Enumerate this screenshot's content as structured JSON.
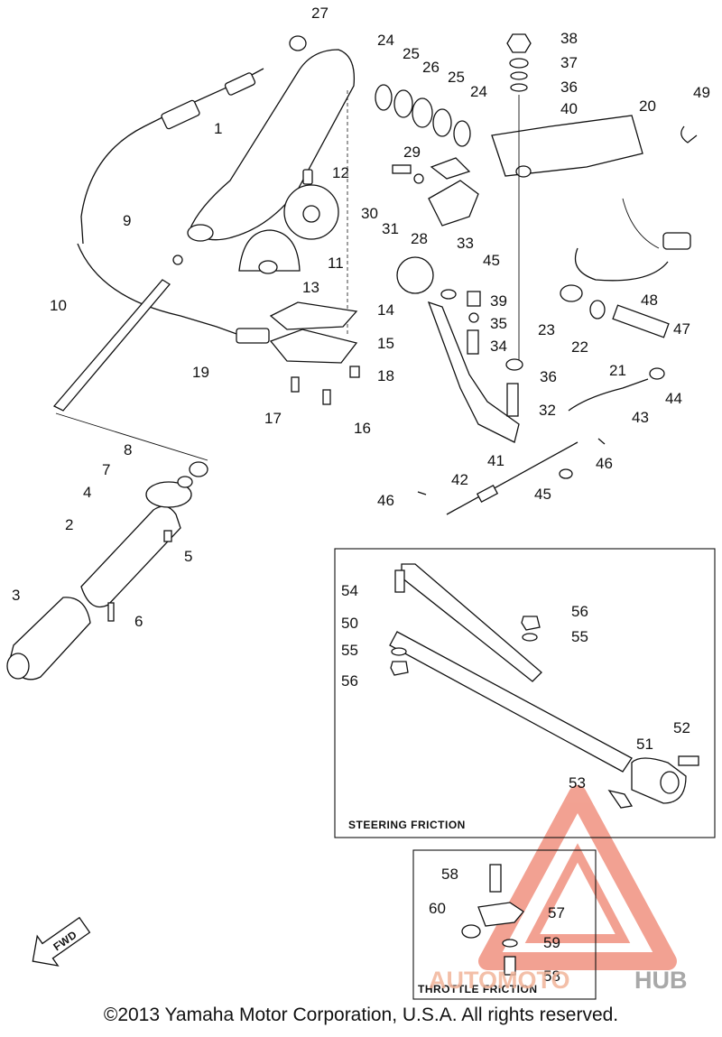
{
  "callouts": [
    {
      "id": "1",
      "label": "1"
    },
    {
      "id": "2",
      "label": "2"
    },
    {
      "id": "3",
      "label": "3"
    },
    {
      "id": "4",
      "label": "4"
    },
    {
      "id": "5",
      "label": "5"
    },
    {
      "id": "6",
      "label": "6"
    },
    {
      "id": "7",
      "label": "7"
    },
    {
      "id": "8",
      "label": "8"
    },
    {
      "id": "9",
      "label": "9"
    },
    {
      "id": "10",
      "label": "10"
    },
    {
      "id": "11",
      "label": "11"
    },
    {
      "id": "12",
      "label": "12"
    },
    {
      "id": "13",
      "label": "13"
    },
    {
      "id": "14",
      "label": "14"
    },
    {
      "id": "15",
      "label": "15"
    },
    {
      "id": "16",
      "label": "16"
    },
    {
      "id": "17",
      "label": "17"
    },
    {
      "id": "18",
      "label": "18"
    },
    {
      "id": "19",
      "label": "19"
    },
    {
      "id": "20",
      "label": "20"
    },
    {
      "id": "21",
      "label": "21"
    },
    {
      "id": "22",
      "label": "22"
    },
    {
      "id": "23",
      "label": "23"
    },
    {
      "id": "24a",
      "label": "24"
    },
    {
      "id": "24b",
      "label": "24"
    },
    {
      "id": "25a",
      "label": "25"
    },
    {
      "id": "25b",
      "label": "25"
    },
    {
      "id": "26",
      "label": "26"
    },
    {
      "id": "27",
      "label": "27"
    },
    {
      "id": "28",
      "label": "28"
    },
    {
      "id": "29",
      "label": "29"
    },
    {
      "id": "30",
      "label": "30"
    },
    {
      "id": "31",
      "label": "31"
    },
    {
      "id": "32",
      "label": "32"
    },
    {
      "id": "33",
      "label": "33"
    },
    {
      "id": "34",
      "label": "34"
    },
    {
      "id": "35",
      "label": "35"
    },
    {
      "id": "36a",
      "label": "36"
    },
    {
      "id": "36b",
      "label": "36"
    },
    {
      "id": "37",
      "label": "37"
    },
    {
      "id": "38",
      "label": "38"
    },
    {
      "id": "39",
      "label": "39"
    },
    {
      "id": "40",
      "label": "40"
    },
    {
      "id": "41",
      "label": "41"
    },
    {
      "id": "42",
      "label": "42"
    },
    {
      "id": "43",
      "label": "43"
    },
    {
      "id": "44",
      "label": "44"
    },
    {
      "id": "45a",
      "label": "45"
    },
    {
      "id": "45b",
      "label": "45"
    },
    {
      "id": "46a",
      "label": "46"
    },
    {
      "id": "46b",
      "label": "46"
    },
    {
      "id": "47",
      "label": "47"
    },
    {
      "id": "48",
      "label": "48"
    },
    {
      "id": "49",
      "label": "49"
    },
    {
      "id": "50",
      "label": "50"
    },
    {
      "id": "51",
      "label": "51"
    },
    {
      "id": "52",
      "label": "52"
    },
    {
      "id": "53",
      "label": "53"
    },
    {
      "id": "54",
      "label": "54"
    },
    {
      "id": "55a",
      "label": "55"
    },
    {
      "id": "55b",
      "label": "55"
    },
    {
      "id": "56a",
      "label": "56"
    },
    {
      "id": "56b",
      "label": "56"
    },
    {
      "id": "57",
      "label": "57"
    },
    {
      "id": "58a",
      "label": "58"
    },
    {
      "id": "58b",
      "label": "58"
    },
    {
      "id": "59",
      "label": "59"
    },
    {
      "id": "60",
      "label": "60"
    }
  ],
  "boxes": {
    "steering": "STEERING FRICTION",
    "throttle": "THROTTLE FRICTION"
  },
  "direction_marker": "FWD",
  "watermark": {
    "part1": "AUTOMOTO",
    "part2": "HUB",
    "color_primary": "#e8553a",
    "color_secondary": "#8c8c8c"
  },
  "copyright": "©2013 Yamaha Motor Corporation, U.S.A. All rights reserved."
}
